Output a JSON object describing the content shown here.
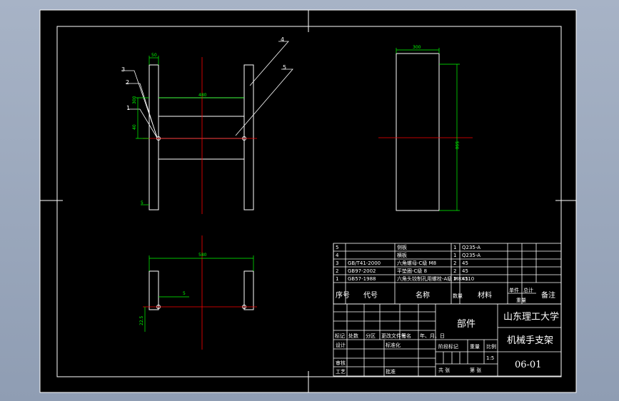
{
  "drawing": {
    "leaders": [
      "1",
      "2",
      "3",
      "4",
      "5"
    ],
    "dims": {
      "front_top_width": "50",
      "front_span": "480",
      "front_vert_upper": "300",
      "front_vert_lower": "40",
      "front_small": "5",
      "side_width": "300",
      "side_height": "590",
      "bottom_span": "580",
      "bottom_small": "5",
      "bottom_offset": "22.5"
    }
  },
  "bom": {
    "rows": [
      {
        "no": "5",
        "code": "",
        "name": "侧板",
        "qty": "1",
        "material": "Q235-A",
        "weight_each": "",
        "weight_total": ""
      },
      {
        "no": "4",
        "code": "",
        "name": "横板",
        "qty": "1",
        "material": "Q235-A",
        "weight_each": "",
        "weight_total": ""
      },
      {
        "no": "3",
        "code": "GB/T41-2000",
        "name": "六角螺母-C级 M8",
        "qty": "2",
        "material": "45",
        "weight_each": "",
        "weight_total": ""
      },
      {
        "no": "2",
        "code": "GB97-2002",
        "name": "平垫圈-C级 8",
        "qty": "2",
        "material": "45",
        "weight_each": "",
        "weight_total": ""
      },
      {
        "no": "1",
        "code": "GB57-1988",
        "name": "六角头铰制孔用螺栓-A级 M8X110",
        "qty": "2",
        "material": "45",
        "weight_each": "",
        "weight_total": ""
      }
    ],
    "header": {
      "no": "序号",
      "code": "代号",
      "name": "名称",
      "qty": "数量",
      "material": "材料",
      "weight_each": "单件",
      "weight_total": "总计",
      "weight_label": "重量",
      "remark": "备注"
    }
  },
  "title_block": {
    "part_label": "部件",
    "school": "山东理工大学",
    "drawing_title": "机械手支架",
    "drawing_number": "06-01",
    "scale": "1:5",
    "rev_headers": [
      "标记",
      "处数",
      "分区",
      "更改文件号",
      "签名",
      "年、月、日"
    ],
    "role_design": "设计",
    "role_standardize": "标准化",
    "role_review": "审核",
    "role_process": "工艺",
    "role_approve": "批准",
    "stage_label": "阶段标记",
    "weight_label": "重量",
    "scale_label": "比例",
    "sheet_total": "共 张",
    "sheet_no": "第 张"
  },
  "colors": {
    "paper": "#000000",
    "frame": "#ffffff",
    "dimension": "#00ff00",
    "centerline": "#ff0000",
    "border_outer": "#808080"
  }
}
